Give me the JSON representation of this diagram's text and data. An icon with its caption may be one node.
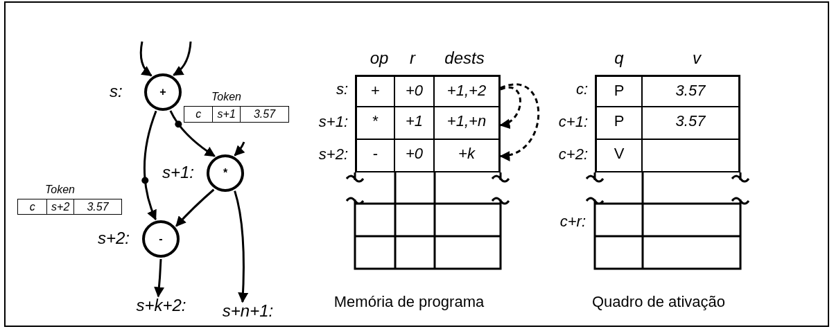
{
  "diagram": {
    "nodes": [
      {
        "text": [
          "+"
        ],
        "beside": [
          "s:"
        ]
      },
      {
        "text": [
          "Token",
          "c",
          "s+1",
          "3.57"
        ]
      },
      {
        "text": [
          "*"
        ],
        "beside": [
          "s+1:"
        ]
      },
      {
        "text": [
          "Token",
          "c",
          "s+2",
          "3.57"
        ]
      },
      {
        "text": [
          "-"
        ],
        "beside": [
          "s+2:"
        ]
      },
      {
        "text": [
          "s+k+2:"
        ]
      },
      {
        "text": [
          "s+n+1:"
        ]
      },
      {
        "text": [
          "op",
          "r",
          "dests",
          "Memória de programa"
        ]
      },
      {
        "text": [
          "+",
          "+0",
          "+1,+2"
        ],
        "beside": [
          "s:"
        ],
        "in": 7
      },
      {
        "text": [
          "*",
          "+1",
          "+1,+n"
        ],
        "beside": [
          "s+1:"
        ],
        "in": 7
      },
      {
        "text": [
          "-",
          "+0",
          "+k"
        ],
        "beside": [
          "s+2:"
        ],
        "in": 7
      },
      {
        "text": [
          "q",
          "v",
          "Quadro de ativação"
        ]
      },
      {
        "text": [
          "P",
          "3.57"
        ],
        "beside": [
          "c:"
        ],
        "in": 11
      },
      {
        "text": [
          "P",
          "3.57"
        ],
        "beside": [
          "c+1:"
        ],
        "in": 11
      },
      {
        "text": [
          "V"
        ],
        "beside": [
          "c+2:"
        ],
        "in": 11
      }
    ],
    "edges": [
      {
        "from": null,
        "to": 0,
        "arrow": "to"
      },
      {
        "from": null,
        "to": 0,
        "arrow": "to"
      },
      {
        "from": 0,
        "to": 2,
        "arrow": "to"
      },
      {
        "from": 0,
        "to": 4,
        "arrow": "to"
      },
      {
        "from": null,
        "to": 2,
        "arrow": "to"
      },
      {
        "from": 2,
        "to": 4,
        "arrow": "to"
      },
      {
        "from": 2,
        "to": 6,
        "arrow": "to"
      },
      {
        "from": 4,
        "to": 5,
        "arrow": "to"
      },
      {
        "from": 8,
        "to": 9,
        "arrow": "to",
        "style": "dashed"
      },
      {
        "from": 8,
        "to": 10,
        "arrow": "to",
        "style": "dashed"
      }
    ],
    "labels": [
      "c+r:"
    ]
  }
}
